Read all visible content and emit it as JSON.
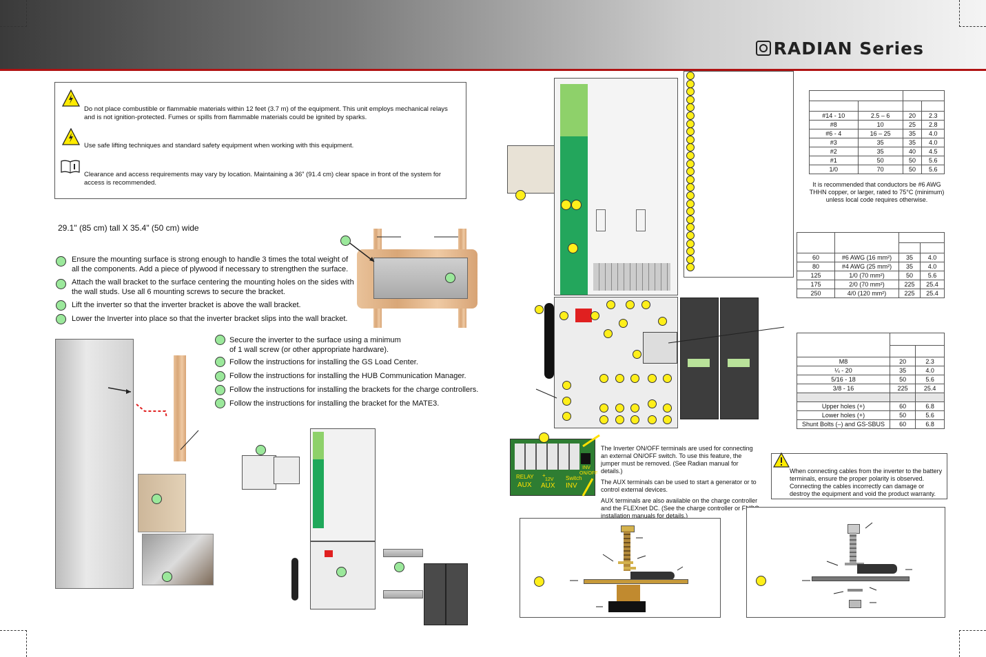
{
  "header": {
    "brand": "RADIAN Series"
  },
  "warnings": [
    {
      "icon": "high-voltage-warning-icon",
      "text": "Do not place combustible or flammable materials within 12 feet (3.7 m) of the equipment.  This unit employs mechanical relays and is not ignition-protected.  Fumes or spills from flammable materials could be ignited by sparks."
    },
    {
      "icon": "high-voltage-warning-icon",
      "text": "Use safe lifting techniques and standard safety equipment when working with this equipment."
    },
    {
      "icon": "manual-info-icon",
      "text": "Clearance and access requirements may vary by location.  Maintaining a 36” (91.4 cm) clear space in front of the system for access is recommended."
    }
  ],
  "dimensions": "29.1\" (85 cm) tall X 35.4\" (50 cm) wide",
  "steps_a": [
    "Ensure the mounting surface is strong enough to handle 3 times the total weight of all the components.  Add a piece of plywood if necessary to strengthen the surface.",
    "Attach the wall bracket to the surface centering the mounting holes on the sides with the wall studs.  Use all 6 mounting screws to secure the bracket.",
    "Lift the inverter so that the inverter bracket is above the wall bracket.",
    "Lower the Inverter into place so that the inverter bracket slips into the wall bracket."
  ],
  "steps_b": [
    "Secure the inverter to the surface using a minimum of 1 wall screw (or other appropriate hardware).",
    "Follow the instructions for installing the GS Load Center.",
    "Follow the instructions for installing the HUB Communication Manager.",
    "Follow the instructions for installing the brackets for the charge controllers.",
    "Follow the instructions for installing the bracket for the MATE3."
  ],
  "table1": {
    "rows": [
      [
        "#14 - 10",
        "2.5 – 6",
        "20",
        "2.3"
      ],
      [
        "#8",
        "10",
        "25",
        "2.8"
      ],
      [
        "#6 - 4",
        "16 – 25",
        "35",
        "4.0"
      ],
      [
        "#3",
        "35",
        "35",
        "4.0"
      ],
      [
        "#2",
        "35",
        "40",
        "4.5"
      ],
      [
        "#1",
        "50",
        "50",
        "5.6"
      ],
      [
        "1/0",
        "70",
        "50",
        "5.6"
      ]
    ],
    "note": "It is recommended that conductors be #6 AWG THHN copper, or larger, rated to 75°C (minimum) unless local code requires otherwise."
  },
  "table2": {
    "rows": [
      [
        "60",
        "#6 AWG (16 mm²)",
        "35",
        "4.0"
      ],
      [
        "80",
        "#4 AWG (25 mm²)",
        "35",
        "4.0"
      ],
      [
        "125",
        "1/0 (70 mm²)",
        "50",
        "5.6"
      ],
      [
        "175",
        "2/0 (70 mm²)",
        "225",
        "25.4"
      ],
      [
        "250",
        "4/0 (120 mm²)",
        "225",
        "25.4"
      ]
    ]
  },
  "table3": {
    "rows_a": [
      [
        "M8",
        "20",
        "2.3"
      ],
      [
        "¼ - 20",
        "35",
        "4.0"
      ],
      [
        "5/16 - 18",
        "50",
        "5.6"
      ],
      [
        "3/8 - 16",
        "225",
        "25.4"
      ]
    ],
    "rows_b": [
      [
        "Upper holes (+)",
        "60",
        "6.8"
      ],
      [
        "Lower holes (+)",
        "50",
        "5.6"
      ],
      [
        "Shunt Bolts (–) and GS-SBUS",
        "60",
        "6.8"
      ]
    ]
  },
  "terminals": {
    "relay": "RELAY",
    "aux1": "AUX",
    "plus": "+",
    "v12": "12V",
    "aux2": "AUX",
    "switch": "Switch",
    "inv": "INV",
    "inv_onoff": "INV ON/OFF"
  },
  "terminal_notes": [
    "The Inverter ON/OFF terminals are used for connecting an external ON/OFF switch.  To use this feature, the jumper must be removed.  (See Radian manual for details.)",
    "The AUX terminals can be used to start a generator or to control external devices.",
    "AUX terminals are also available on the charge controller and the FLEXnet DC.  (See the charge controller or FNDC installation manuals for details.)"
  ],
  "polarity_warning": "When connecting cables from the inverter to the battery terminals, ensure the proper polarity is observed. Connecting the cables incorrectly can damage or destroy the equipment and void the product warranty.",
  "colors": {
    "accent_red": "#b01212",
    "marker_green": "#9be89b",
    "marker_yellow": "#ffef1a"
  }
}
